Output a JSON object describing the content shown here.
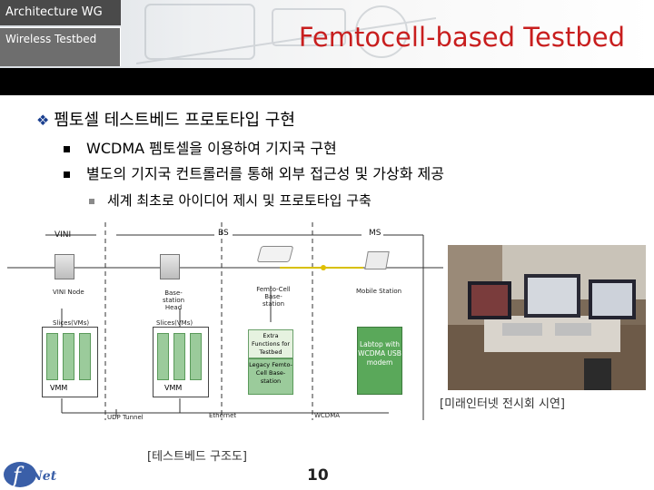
{
  "header": {
    "section": "Architecture WG",
    "subsection": "Wireless Testbed",
    "title": "Femtocell-based Testbed"
  },
  "bullets": {
    "main": "펨토셀 테스트베드 프로토타입 구현",
    "sub1": "WCDMA 펨토셀을 이용하여 기지국 구현",
    "sub2": "별도의 기지국 컨트롤러를 통해 외부 접근성 및 가상화 제공",
    "subsub1": "세계 최초로 아이디어 제시 및 프로토타입 구축"
  },
  "diagram": {
    "vini": "VINI",
    "bs": "BS",
    "ms": "MS",
    "vini_node": "VINI Node",
    "bs_head": "Base-station Head",
    "femto_bs": "Femto-Cell Base-station",
    "mobile_station": "Mobile Station",
    "slices1": "Slices(VMs)",
    "slices2": "Slices(VMs)",
    "extra_functions": "Extra Functions for Testbed",
    "legacy_femto": "Legacy Femto-Cell Base-station",
    "laptop": "Labtop with WCDMA USB modem",
    "vmm1": "VMM",
    "vmm2": "VMM",
    "udp_tunnel": "UDP Tunnel",
    "ethernet": "Ethernet",
    "wcdma": "WCDMA"
  },
  "captions": {
    "diagram": "[테스트베드 구조도]",
    "photo": "[미래인터넷 전시회 시연]"
  },
  "page_number": "10",
  "logo": {
    "text": "Net"
  },
  "colors": {
    "title": "#c81e1e",
    "bullet_marker": "#1a3f8f",
    "slice": "#9bcb9b",
    "laptop_box": "#5aa85a"
  }
}
